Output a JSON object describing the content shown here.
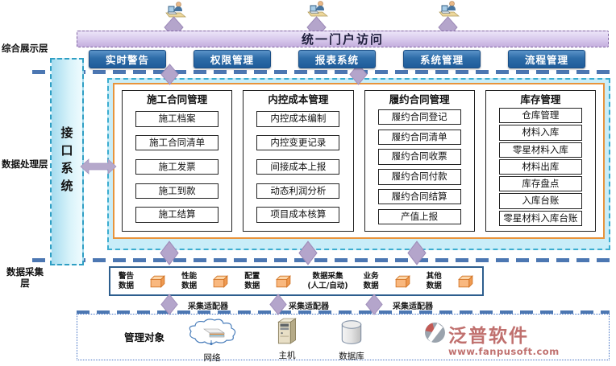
{
  "layers": {
    "presentation": "综合展示层",
    "processing": "数据处理层",
    "collection": "数据采集层",
    "objects": "管理对象"
  },
  "portal": {
    "title": "统一门户访问"
  },
  "portal_buttons": [
    {
      "label": "实时警告"
    },
    {
      "label": "权限管理"
    },
    {
      "label": "报表系统"
    },
    {
      "label": "系统管理"
    },
    {
      "label": "流程管理"
    }
  ],
  "interface_system": {
    "label": "接口系统"
  },
  "modules": [
    {
      "title": "施工合同管理",
      "items": [
        "施工档案",
        "施工合同清单",
        "施工发票",
        "施工到款",
        "施工结算"
      ]
    },
    {
      "title": "内控成本管理",
      "items": [
        "内控成本编制",
        "内控变更记录",
        "间接成本上报",
        "动态利润分析",
        "项目成本核算"
      ]
    },
    {
      "title": "履约合同管理",
      "items": [
        "履约合同登记",
        "履约合同清单",
        "履约合同收票",
        "履约合同付款",
        "履约合同结算",
        "产值上报"
      ]
    },
    {
      "title": "库存管理",
      "items": [
        "仓库管理",
        "材料入库",
        "零星材料入库",
        "材料出库",
        "库存盘点",
        "入库台账",
        "零星材料入库台账"
      ]
    }
  ],
  "collection": {
    "groups": [
      {
        "lines": [
          "警告",
          "数据"
        ],
        "has_cube": true
      },
      {
        "lines": [
          "性能",
          "数据"
        ],
        "has_cube": true
      },
      {
        "lines": [
          "配置",
          "数据"
        ],
        "has_cube": true
      },
      {
        "lines": [
          "数据采集",
          "(人工/自动)"
        ],
        "has_cube": false
      },
      {
        "lines": [
          "业务",
          "数据"
        ],
        "has_cube": true
      },
      {
        "lines": [
          "其他",
          "数据"
        ],
        "has_cube": true
      }
    ],
    "adapters": [
      "采集适配器",
      "采集适配器",
      "采集适配器"
    ]
  },
  "managed_objects": [
    {
      "label": "网络",
      "icon": "network-cloud-icon"
    },
    {
      "label": "主机",
      "icon": "host-server-icon"
    },
    {
      "label": "数据库",
      "icon": "database-icon"
    }
  ],
  "brand": {
    "name": "泛普软件",
    "url": "www.fanpusoft.com"
  },
  "colors": {
    "portal_fill": "#d7c8ec",
    "portal_border": "#8064a2",
    "button_blue": "#2d6ca8",
    "diamond_purple": "#b4a5cb",
    "layer_line_blue": "#4c77b2",
    "cyan_fill": "#c9edf8",
    "cyan_border": "#3badd0",
    "orange_border": "#e8943c",
    "collection_border": "#2d5e8e",
    "cube_orange": "#f6a96a",
    "brand_red": "#c0706e"
  }
}
